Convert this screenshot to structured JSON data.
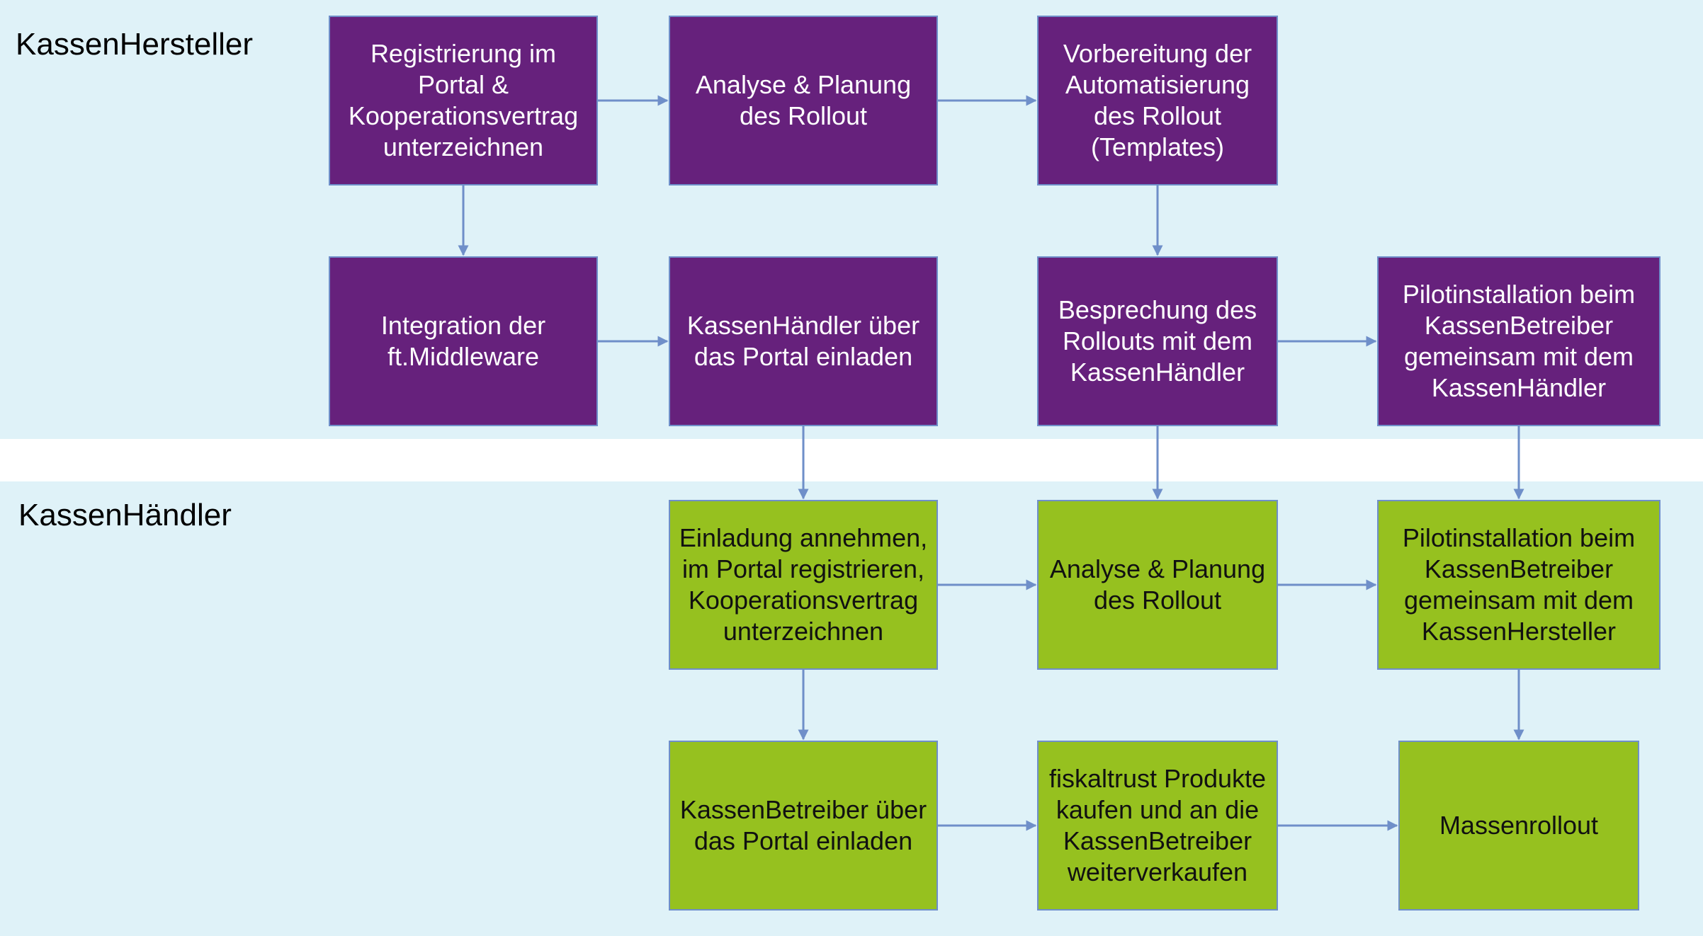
{
  "colors": {
    "band_bg": "#dff2f8",
    "purple": "#66217c",
    "green": "#96c11f",
    "arrow": "#6f8fc9"
  },
  "lanes": {
    "top": "KassenHersteller",
    "bottom": "KassenHändler"
  },
  "boxes": {
    "h_register": "Registrierung im\nPortal &\nKooperationsvertrag\nunterzeichnen",
    "h_analyse": "Analyse & Planung\ndes Rollout",
    "h_vorbereitung": "Vorbereitung der\nAutomatisierung\ndes Rollout\n(Templates)",
    "h_integration": "Integration der\nft.Middleware",
    "h_einladen": "KassenHändler über\ndas Portal einladen",
    "h_besprechung": "Besprechung des\nRollouts mit dem\nKassenHändler",
    "h_pilot": "Pilotinstallation beim\nKassenBetreiber\ngemeinsam mit dem\nKassenHändler",
    "d_einladung": "Einladung annehmen,\nim Portal registrieren,\nKooperationsvertrag\nunterzeichnen",
    "d_analyse": "Analyse & Planung\ndes Rollout",
    "d_pilot": "Pilotinstallation beim\nKassenBetreiber\ngemeinsam mit dem\nKassenHersteller",
    "d_betreiber": "KassenBetreiber über\ndas Portal einladen",
    "d_fiskaltrust": "fiskaltrust Produkte\nkaufen und an die\nKassenBetreiber\nweiterverkaufen",
    "d_massen": "Massenrollout"
  }
}
